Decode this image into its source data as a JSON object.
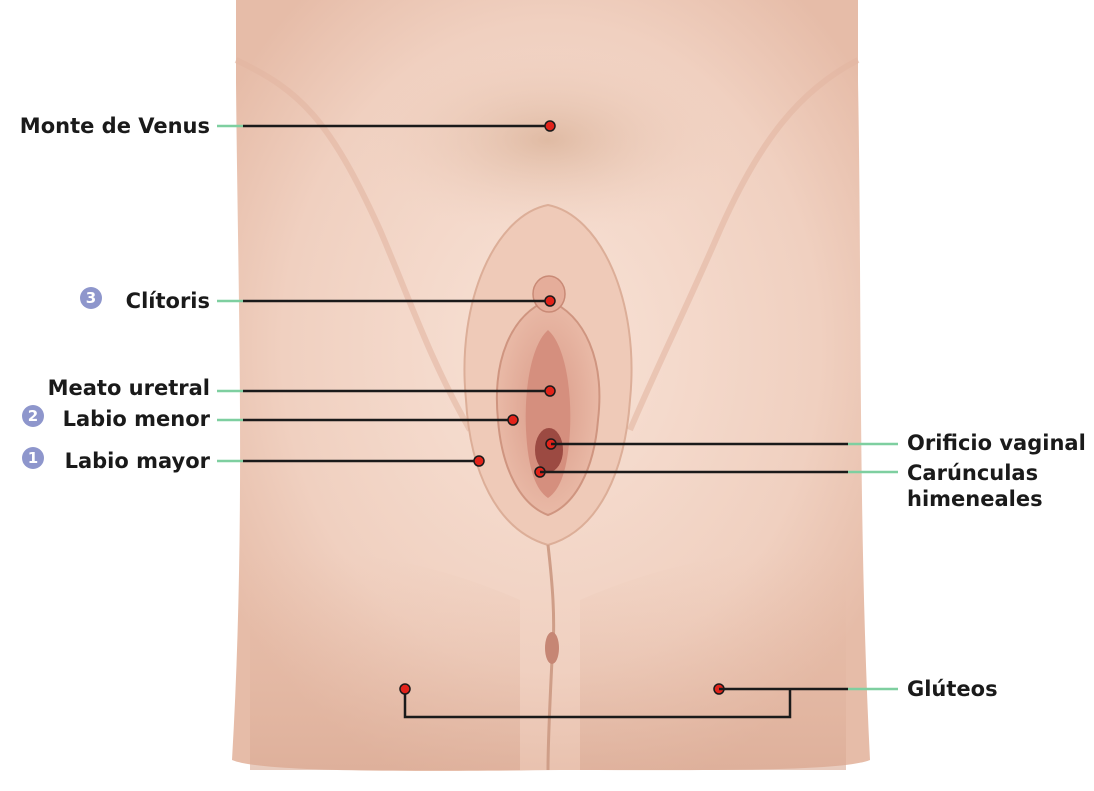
{
  "labels": {
    "mons": "Monte de Venus",
    "clitoris": "Clítoris",
    "meatus": "Meato uretral",
    "labia_minora": "Labio menor",
    "labia_majora": "Labio mayor",
    "vaginal_orifice": "Orificio vaginal",
    "caruncles_line1": "Carúnculas",
    "caruncles_line2": "himeneales",
    "buttocks": "Glúteos"
  },
  "badges": {
    "labia_majora": "1",
    "labia_minora": "2",
    "clitoris": "3"
  },
  "colors": {
    "skin_light": "#f6dccf",
    "skin_mid": "#ecc4b0",
    "skin_shadow": "#d9a18a",
    "hair": "#c99a78",
    "label_line": "#1a1a1a",
    "label_stub": "#7ecfa0",
    "marker": "#e2231a",
    "badge": "#8e96cc"
  }
}
